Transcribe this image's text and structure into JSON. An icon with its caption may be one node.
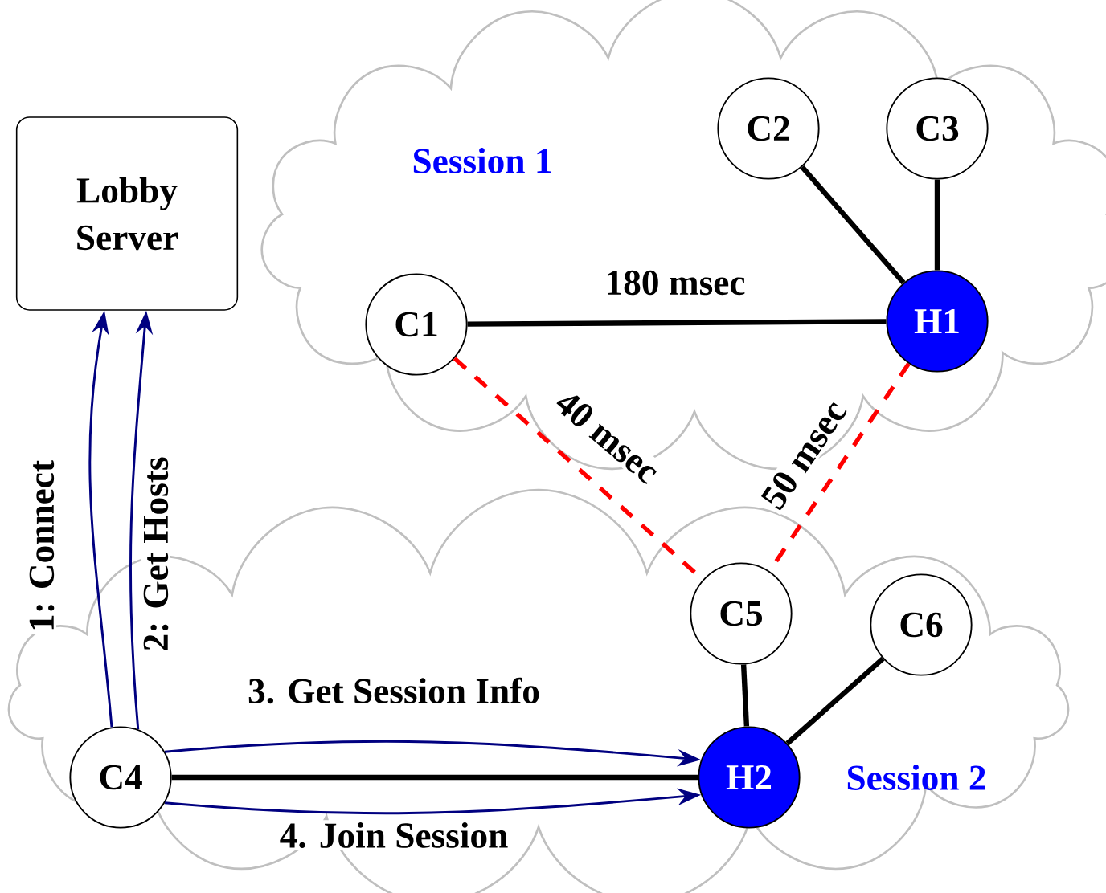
{
  "diagram": {
    "nodes": [
      {
        "text": [
          "Lobby Server"
        ]
      },
      {
        "text": [
          "Session 1"
        ]
      },
      {
        "text": [
          "C2"
        ],
        "in": 1
      },
      {
        "text": [
          "C3"
        ],
        "in": 1
      },
      {
        "text": [
          "C1"
        ],
        "in": 1
      },
      {
        "text": [
          "H1"
        ],
        "in": 1
      },
      {
        "text": [
          "Session 2"
        ]
      },
      {
        "text": [
          "C5"
        ],
        "in": 6
      },
      {
        "text": [
          "C6"
        ],
        "in": 6
      },
      {
        "text": [
          "C4"
        ],
        "in": 6
      },
      {
        "text": [
          "H2"
        ],
        "in": 6
      }
    ],
    "edges": [
      {
        "from": 9,
        "to": 0,
        "arrow": "to",
        "label": "1: Connect",
        "color": "#000080"
      },
      {
        "from": 9,
        "to": 0,
        "arrow": "to",
        "label": "2: Get Hosts",
        "color": "#000080"
      },
      {
        "from": 9,
        "to": 10,
        "arrow": "to",
        "label": "3. Get Session Info",
        "color": "#000080"
      },
      {
        "from": 9,
        "to": 10,
        "arrow": "none"
      },
      {
        "from": 9,
        "to": 10,
        "arrow": "to",
        "label": "4. Join Session",
        "color": "#000080"
      },
      {
        "from": 4,
        "to": 5,
        "arrow": "none",
        "label": "180 msec"
      },
      {
        "from": 2,
        "to": 5,
        "arrow": "none"
      },
      {
        "from": 3,
        "to": 5,
        "arrow": "none"
      },
      {
        "from": 4,
        "to": 7,
        "arrow": "none",
        "label": "40 msec",
        "style": "dashed",
        "color": "#ff0000"
      },
      {
        "from": 5,
        "to": 7,
        "arrow": "none",
        "label": "50 msec",
        "style": "dashed",
        "color": "#ff0000"
      },
      {
        "from": 7,
        "to": 10,
        "arrow": "none"
      },
      {
        "from": 8,
        "to": 10,
        "arrow": "none"
      }
    ]
  }
}
